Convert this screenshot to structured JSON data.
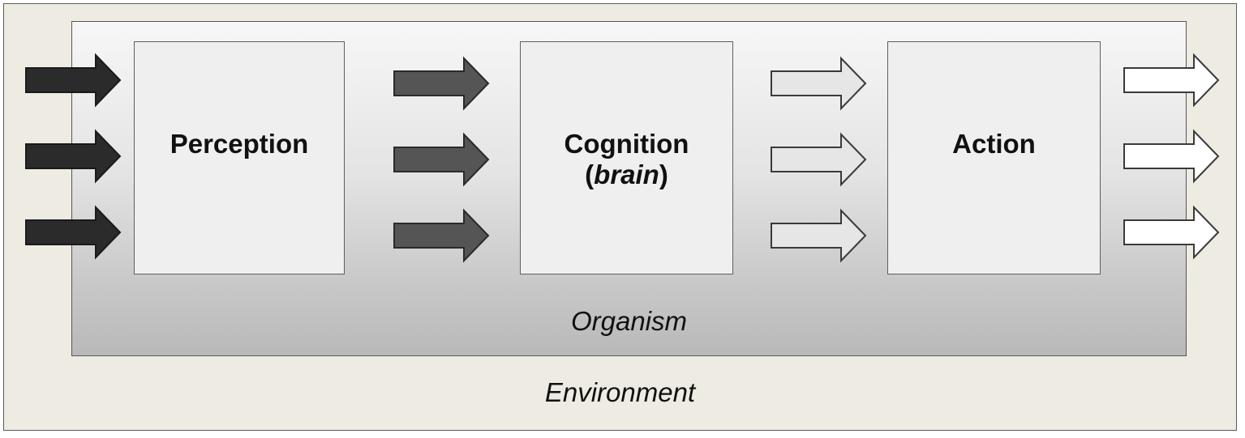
{
  "environment": {
    "label": "Environment"
  },
  "organism": {
    "label": "Organism"
  },
  "stages": {
    "perception": "Perception",
    "cognition": {
      "title": "Cognition",
      "paren_open": "(",
      "paren_inner": "brain",
      "paren_close": ")"
    },
    "action": "Action"
  },
  "colors": {
    "input_arrow": "#2b2b2b",
    "perception_to_cognition_arrow": "#555555",
    "cognition_to_action_arrow": "#e6e6e6",
    "output_arrow": "#ffffff"
  }
}
